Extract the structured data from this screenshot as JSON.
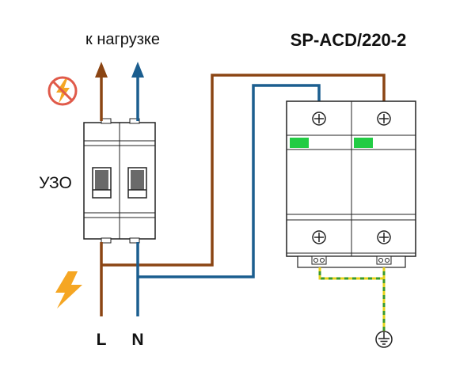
{
  "labels": {
    "load": "к нагрузке",
    "model": "SP-ACD/220-2",
    "rcd": "УЗО",
    "line": "L",
    "neutral": "N"
  },
  "icons": {
    "no_lightning": "no-lightning-icon",
    "lightning": "lightning-icon",
    "ground": "ground-icon"
  },
  "colors": {
    "line_wire": "#8B4513",
    "neutral_wire": "#1B5E8F",
    "ground_wire_green": "#3A9A2A",
    "ground_wire_yellow": "#E8D21A",
    "indicator": "#22CC44",
    "lightning": "#F5A623",
    "no_sign": "#E05A4A",
    "device_outline": "#222222"
  }
}
